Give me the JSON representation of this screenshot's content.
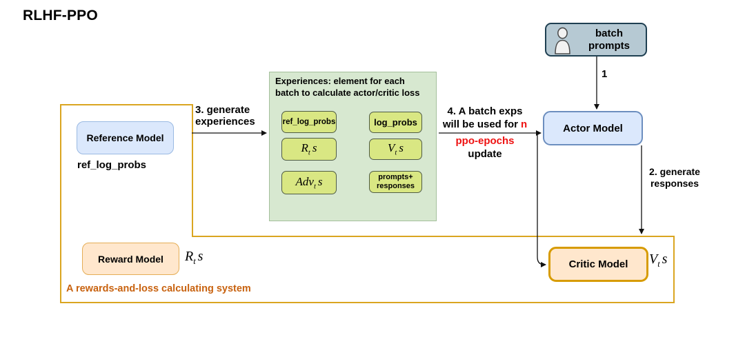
{
  "title": "RLHF-PPO",
  "system": {
    "caption": "A rewards-and-loss calculating system"
  },
  "nodes": {
    "batch_prompts": "batch\nprompts",
    "reference_model": "Reference Model",
    "reward_model": "Reward Model",
    "actor_model": "Actor Model",
    "critic_model": "Critic Model"
  },
  "outputs": {
    "ref_log_probs": "ref_log_probs"
  },
  "math": {
    "R": {
      "base": "R",
      "sub": "t",
      "tail": "s"
    },
    "V": {
      "base": "V",
      "sub": "t",
      "tail": "s"
    },
    "Adv": {
      "base": "Adv",
      "sub": "t",
      "tail": "s"
    }
  },
  "experiences": {
    "title": "Experiences: element for each\nbatch to calculate actor/critic loss",
    "items": {
      "ref_log_probs": "ref_log_probs",
      "log_probs": "log_probs",
      "prompts_responses": "prompts+\nresponses"
    }
  },
  "edges": {
    "step1": "1",
    "step2": "2. generate\nresponses",
    "step3": "3. generate\nexperiences",
    "step4": {
      "line1": "4. A batch exps",
      "line2_black": "will be used for",
      "line2_red": "n",
      "line3_red": "ppo-epochs",
      "line4": "update"
    }
  },
  "icons": {
    "person": "person-icon"
  },
  "colors": {
    "blue_fill": "#dbe8fc",
    "blue_border": "#6c8ebf",
    "orange_fill": "#ffe7cd",
    "orange_border": "#d79b00",
    "system_border": "#daa520",
    "green_container_fill": "#d7e8d0",
    "green_item_fill": "#d9e783",
    "batch_fill": "#b6c9d3",
    "red_text": "#ee1111",
    "caption_text": "#c8620f"
  }
}
